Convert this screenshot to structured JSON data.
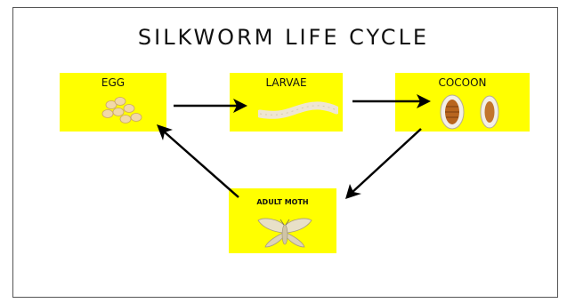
{
  "title": "SILKWORM LIFE CYCLE",
  "stages": {
    "egg": "EGG",
    "larvae": "LARVAE",
    "cocoon": "COCOON",
    "adult_moth": "ADULT MOTH"
  },
  "colors": {
    "stage_fill": "#ffff00",
    "arrow": "#000000"
  }
}
